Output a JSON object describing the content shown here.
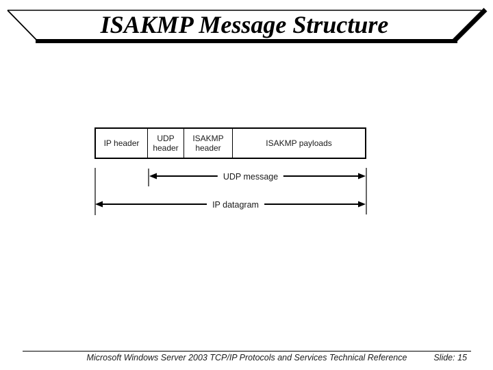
{
  "slide": {
    "title": "ISAKMP Message Structure",
    "diagram": {
      "packet_fields": [
        {
          "label": "IP header"
        },
        {
          "label": "UDP header"
        },
        {
          "label": "ISAKMP header"
        },
        {
          "label": "ISAKMP payloads"
        }
      ],
      "spans": [
        {
          "label": "UDP message"
        },
        {
          "label": "IP datagram"
        }
      ]
    },
    "footer": {
      "reference": "Microsoft Windows Server 2003 TCP/IP Protocols and Services Technical Reference",
      "slide_number": "Slide: 15"
    },
    "colors": {
      "background": "#ffffff",
      "line": "#000000",
      "text": "#1a1a1a"
    }
  }
}
